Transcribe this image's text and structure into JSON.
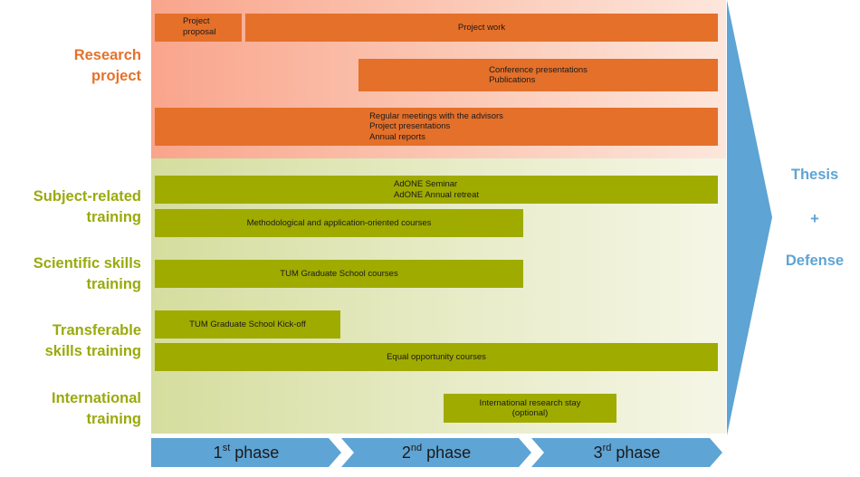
{
  "rows": {
    "research": [
      "Research",
      "project"
    ],
    "subject": [
      "Subject-related",
      "training"
    ],
    "scientific": [
      "Scientific skills",
      "training"
    ],
    "transferable": [
      "Transferable",
      "skills training"
    ],
    "international": [
      "International",
      "training"
    ]
  },
  "bars": {
    "project_proposal": [
      "Project",
      "proposal"
    ],
    "project_work": "Project work",
    "conference": [
      "Conference presentations",
      "Publications"
    ],
    "meetings": [
      "Regular meetings with the advisors",
      "Project presentations",
      "Annual reports"
    ],
    "adone": [
      "AdONE Seminar",
      "AdONE Annual retreat"
    ],
    "methodological": "Methodological and application-oriented courses",
    "tum_courses": "TUM Graduate School courses",
    "tum_kickoff": "TUM Graduate School Kick-off",
    "equal_opportunity": "Equal opportunity courses",
    "international_stay": [
      "International research stay",
      "(optional)"
    ]
  },
  "outcome": {
    "thesis": "Thesis",
    "plus": "+",
    "defense": "Defense"
  },
  "phases": [
    {
      "num": "1",
      "sup": "st",
      "label": "phase"
    },
    {
      "num": "2",
      "sup": "nd",
      "label": "phase"
    },
    {
      "num": "3",
      "sup": "rd",
      "label": "phase"
    }
  ],
  "colors": {
    "orange_label": "#e5722b",
    "green_label": "#9aaa0c",
    "orange_bar": "#e5702a",
    "green_bar": "#a0ab00",
    "blue_arrow": "#5ea4d4"
  }
}
